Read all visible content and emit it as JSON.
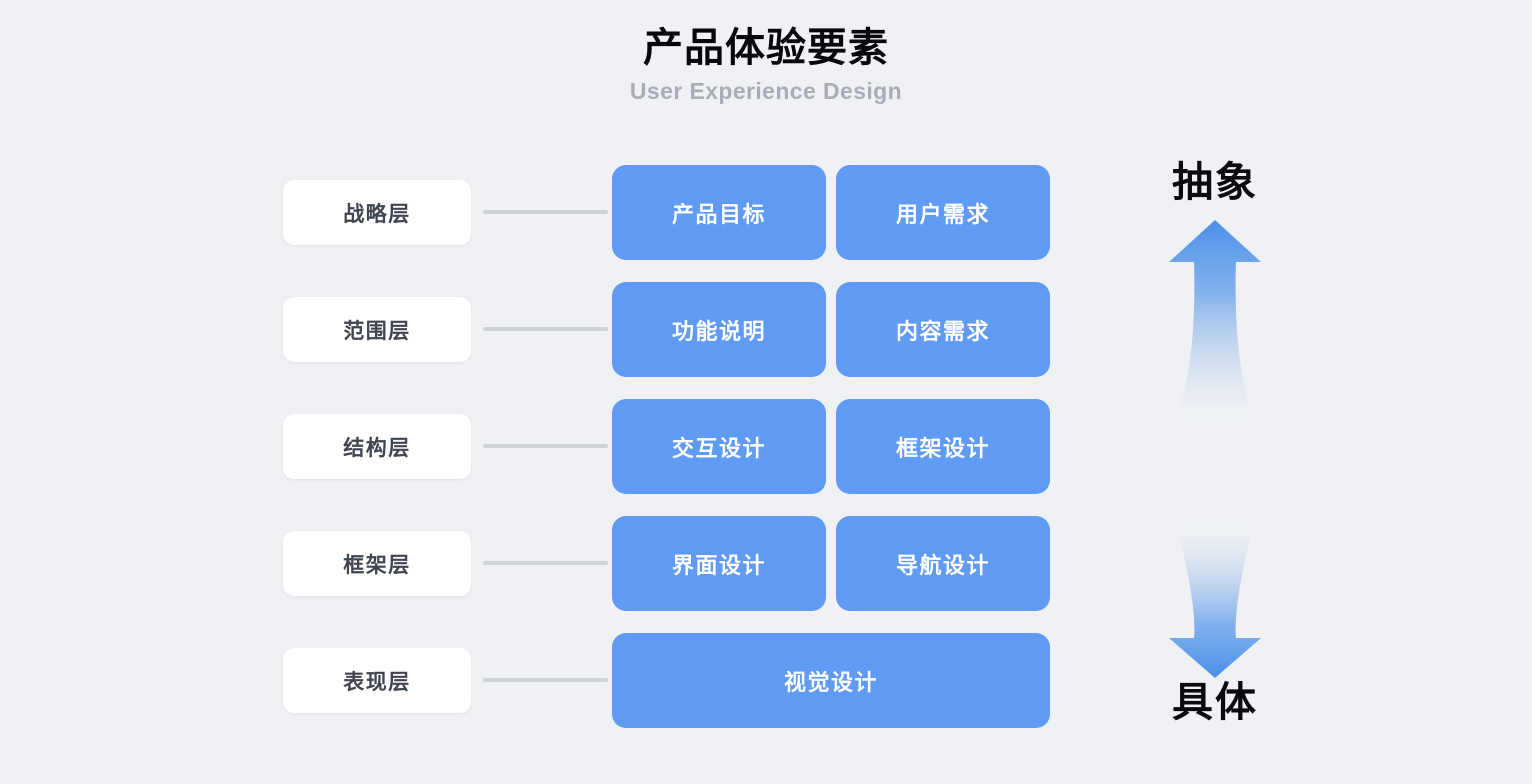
{
  "header": {
    "title_cn": "产品体验要素",
    "title_en": "User Experience Design"
  },
  "colors": {
    "background": "#eff1f5",
    "card_blue": "#5f9bf4",
    "arrow_blue": "#4c8fe8",
    "pill_white": "#ffffff",
    "connector_gray": "#cfd2d8",
    "title_black": "#07080a",
    "subtitle_gray": "#a9adb5",
    "pill_text": "#3f4651"
  },
  "rows": [
    {
      "layer": "战略层",
      "cards": [
        {
          "label": "产品目标"
        },
        {
          "label": "用户需求"
        }
      ]
    },
    {
      "layer": "范围层",
      "cards": [
        {
          "label": "功能说明"
        },
        {
          "label": "内容需求"
        }
      ]
    },
    {
      "layer": "结构层",
      "cards": [
        {
          "label": "交互设计"
        },
        {
          "label": "框架设计"
        }
      ]
    },
    {
      "layer": "框架层",
      "cards": [
        {
          "label": "界面设计"
        },
        {
          "label": "导航设计"
        }
      ]
    },
    {
      "layer": "表现层",
      "cards": [
        {
          "label": "视觉设计"
        }
      ]
    }
  ],
  "axis": {
    "top_label": "抽象",
    "bottom_label": "具体",
    "up_arrow_icon": "arrow-up-icon",
    "down_arrow_icon": "arrow-down-icon"
  }
}
